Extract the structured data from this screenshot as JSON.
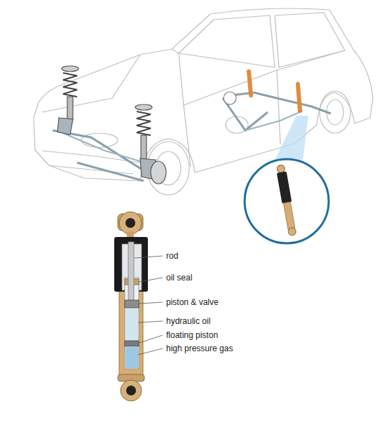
{
  "diagram": {
    "labels": [
      "rod",
      "oil seal",
      "piston & valve",
      "hydraulic oil",
      "floating piston",
      "high pressure gas"
    ]
  }
}
